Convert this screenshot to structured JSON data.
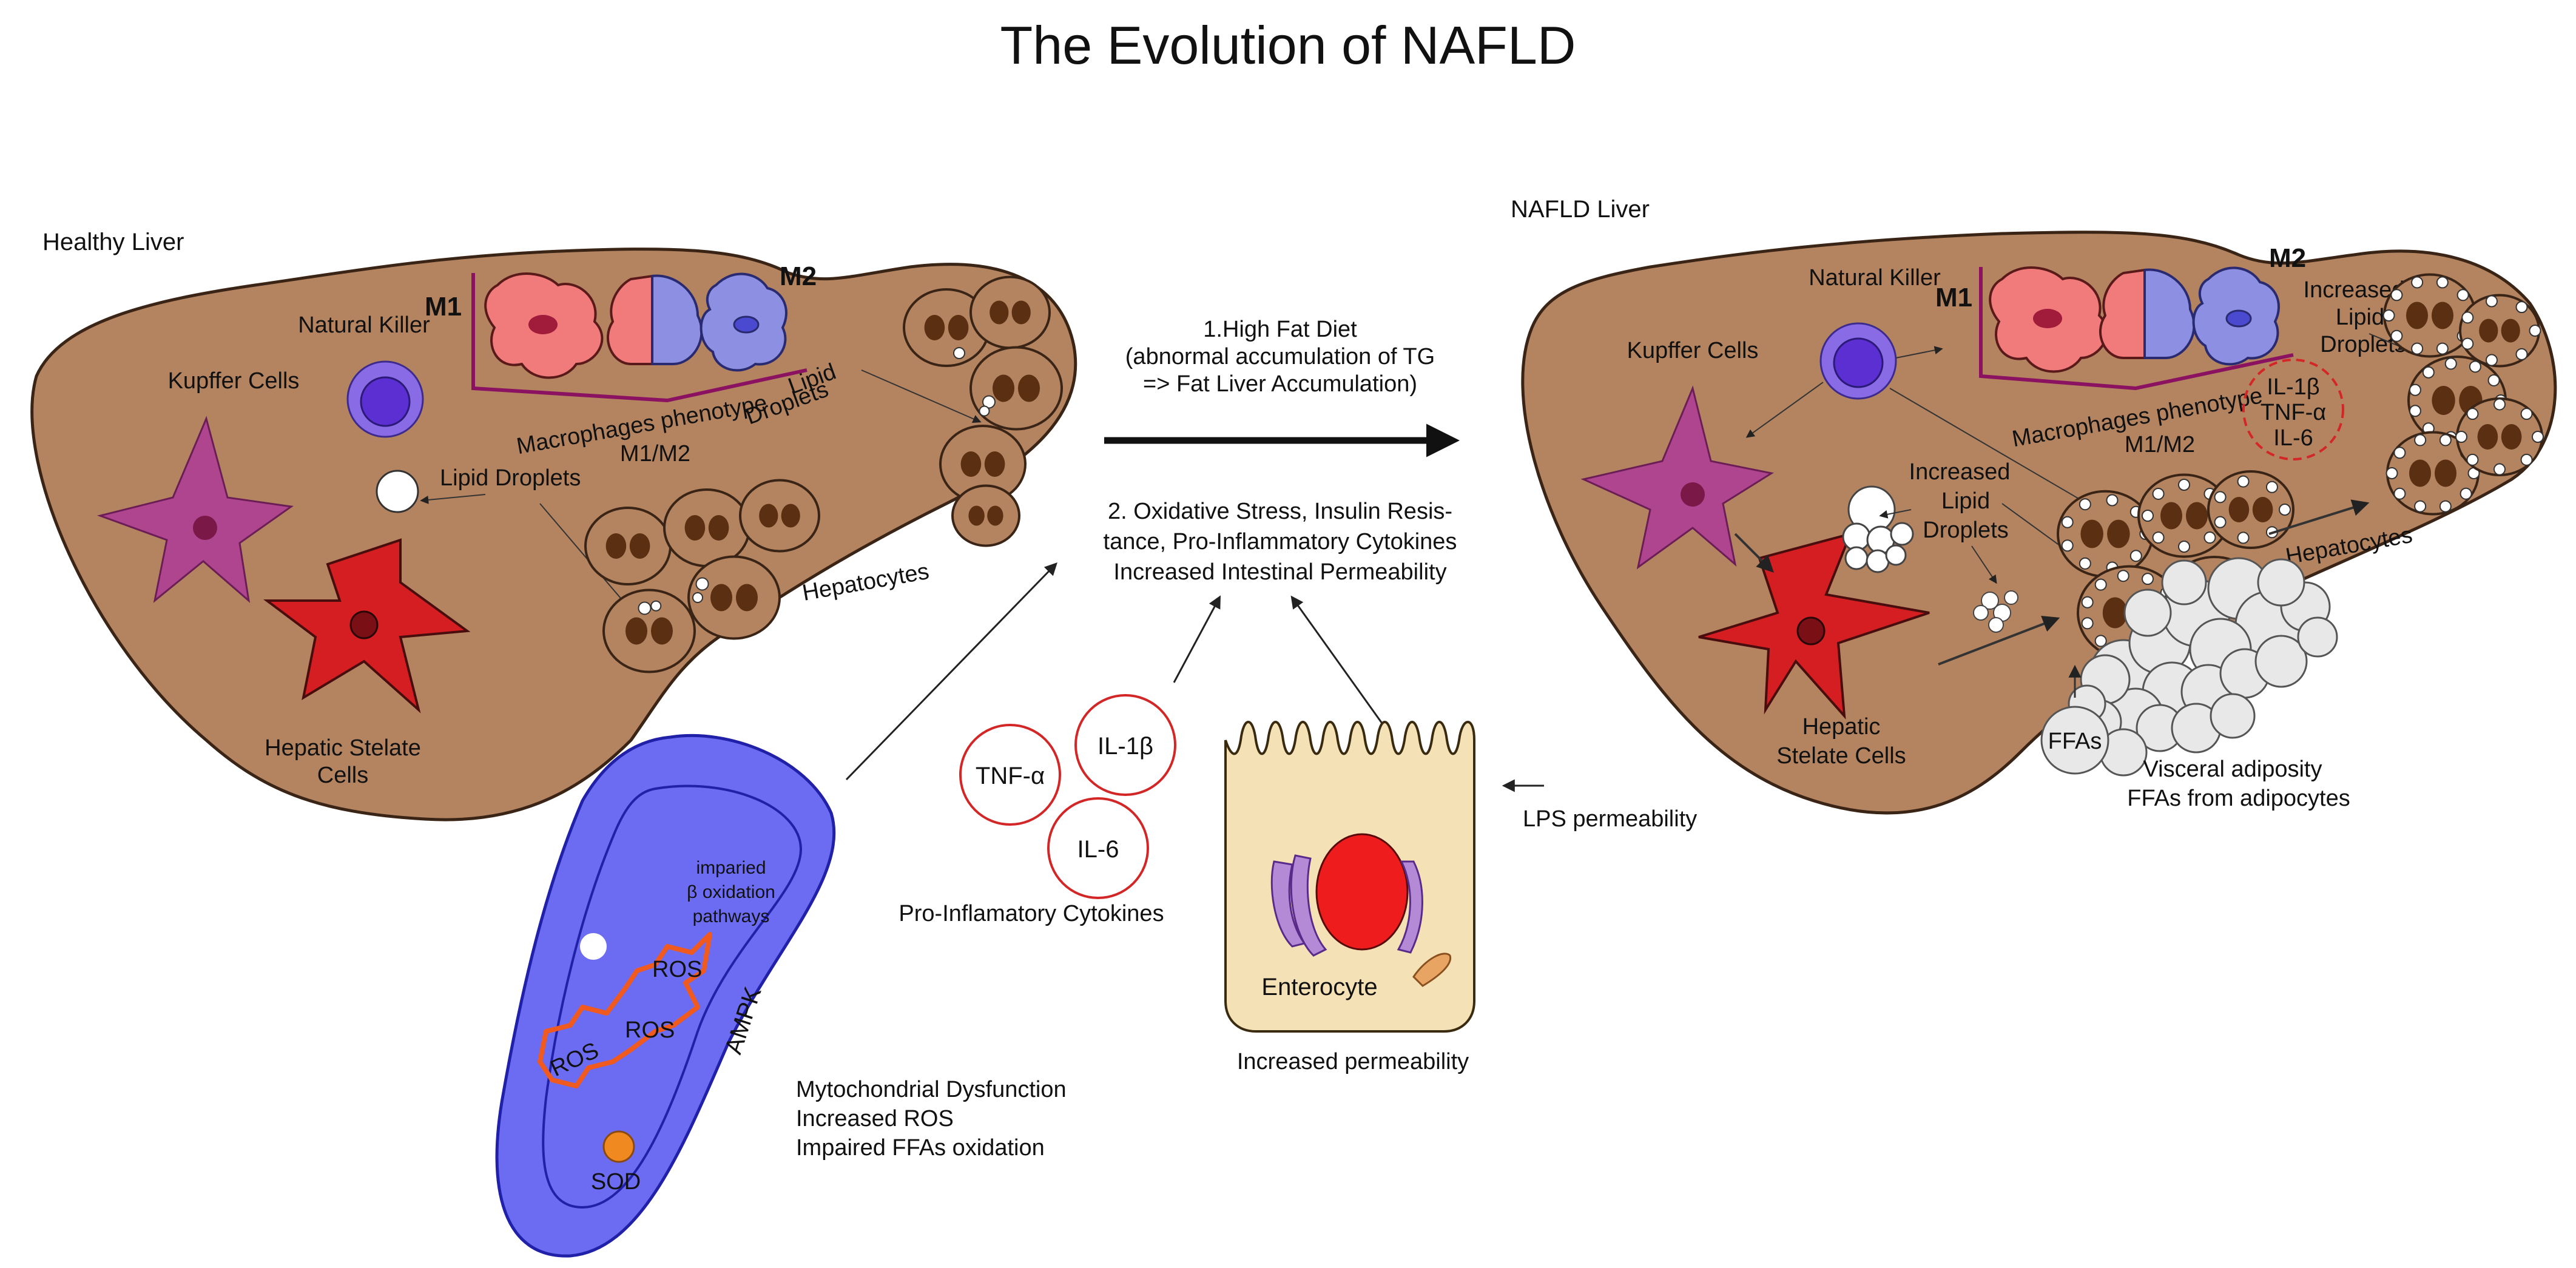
{
  "title": "The Evolution of NAFLD",
  "colors": {
    "liver": "#b48461",
    "liver_outline": "#3a2416",
    "kupffer": "#b0458f",
    "stellate": "#d41e22",
    "nk": "#8a6be6",
    "m1": "#f17b7b",
    "m2": "#8c8fe2",
    "hepatocyte": "#b48461",
    "nucleus": "#5a2f12",
    "mito": "#6c6cf2",
    "ros": "#f05a1e",
    "enterocyte": "#f4e2b6",
    "cytokine": "#d32626",
    "adipocyte": "#e8e8e8"
  },
  "healthy": {
    "heading": "Healthy Liver",
    "natural_killer": "Natural Killer",
    "kupffer": "Kupffer Cells",
    "m1": "M1",
    "m2": "M2",
    "macrophages_l1": "Macrophages phenotype",
    "macrophages_l2": "M1/M2",
    "lipid_l1": "Lipid",
    "lipid_l2": "Droplets",
    "lipid_droplets": "Lipid Droplets",
    "hepatocytes": "Hepatocytes",
    "stellate_l1": "Hepatic Stelate",
    "stellate_l2": "Cells"
  },
  "nafld": {
    "heading": "NAFLD Liver",
    "natural_killer": "Natural Killer",
    "kupffer": "Kupffer Cells",
    "m1": "M1",
    "m2": "M2",
    "macrophages_l1": "Macrophages phenotype",
    "macrophages_l2": "M1/M2",
    "inc_lipid_top_l1": "Increased",
    "inc_lipid_top_l2": "Lipid",
    "inc_lipid_top_l3": "Droplets",
    "cyto_l1": "IL-1β",
    "cyto_l2": "TNF-α",
    "cyto_l3": "IL-6",
    "inc_lipid_l1": "Increased",
    "inc_lipid_l2": "Lipid",
    "inc_lipid_l3": "Droplets",
    "hepatocytes": "Hepatocytes",
    "stellate_l1": "Hepatic",
    "stellate_l2": "Stelate Cells",
    "ffas": "FFAs",
    "visceral_l1": "Visceral adiposity",
    "visceral_l2": "FFAs from adipocytes"
  },
  "center": {
    "step1_l1": "1.High Fat Diet",
    "step1_l2": "(abnormal accumulation of TG",
    "step1_l3": "=> Fat Liver Accumulation)",
    "step2_l1": "2. Oxidative Stress, Insulin Resis-",
    "step2_l2": "tance, Pro-Inflammatory Cytokines",
    "step2_l3": "Increased Intestinal Permeability"
  },
  "cytokines": {
    "tnf": "TNF-α",
    "il1": "IL-1β",
    "il6": "IL-6",
    "caption": "Pro-Inflamatory Cytokines"
  },
  "enterocyte": {
    "label": "Enterocyte",
    "lps": "LPS permeability",
    "caption": "Increased permeability"
  },
  "mitochondria": {
    "impaired_l1": "imparied",
    "impaired_l2": "β oxidation",
    "impaired_l3": "pathways",
    "ros": "ROS",
    "ampk": "AMPK",
    "sod": "SOD",
    "caption_l1": "Mytochondrial Dysfunction",
    "caption_l2": "Increased ROS",
    "caption_l3": "Impaired FFAs oxidation"
  }
}
